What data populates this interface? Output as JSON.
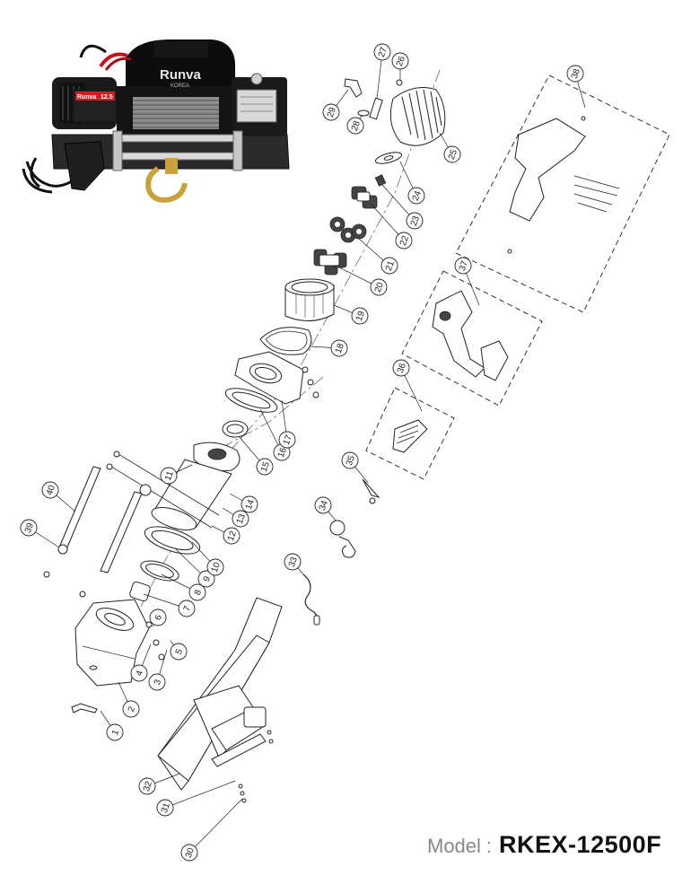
{
  "product_photo": {
    "brand": "Runva",
    "brand_sub": "KOREA",
    "badge": "12.5"
  },
  "parts": [
    {
      "id": "1"
    },
    {
      "id": "2"
    },
    {
      "id": "3"
    },
    {
      "id": "4"
    },
    {
      "id": "5"
    },
    {
      "id": "6"
    },
    {
      "id": "7"
    },
    {
      "id": "8"
    },
    {
      "id": "9"
    },
    {
      "id": "10"
    },
    {
      "id": "11"
    },
    {
      "id": "12"
    },
    {
      "id": "13"
    },
    {
      "id": "14"
    },
    {
      "id": "15"
    },
    {
      "id": "16"
    },
    {
      "id": "17"
    },
    {
      "id": "18"
    },
    {
      "id": "19"
    },
    {
      "id": "20"
    },
    {
      "id": "21"
    },
    {
      "id": "22"
    },
    {
      "id": "23"
    },
    {
      "id": "24"
    },
    {
      "id": "25"
    },
    {
      "id": "26"
    },
    {
      "id": "27"
    },
    {
      "id": "28"
    },
    {
      "id": "29"
    },
    {
      "id": "30"
    },
    {
      "id": "31"
    },
    {
      "id": "32"
    },
    {
      "id": "33"
    },
    {
      "id": "34"
    },
    {
      "id": "35"
    },
    {
      "id": "36"
    },
    {
      "id": "37"
    },
    {
      "id": "38"
    },
    {
      "id": "39"
    },
    {
      "id": "40"
    }
  ],
  "model": {
    "label": "Model",
    "separator": ":",
    "value": "RKEX-12500F"
  }
}
